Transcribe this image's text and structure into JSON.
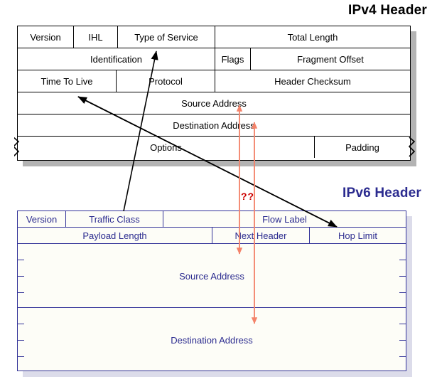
{
  "ipv4": {
    "title": "IPv4 Header",
    "rows": [
      {
        "cells": [
          {
            "label": "Version"
          },
          {
            "label": "IHL"
          },
          {
            "label": "Type of Service"
          },
          {
            "label": "Total Length"
          }
        ]
      },
      {
        "cells": [
          {
            "label": "Identification"
          },
          {
            "label": "Flags"
          },
          {
            "label": "Fragment Offset"
          }
        ]
      },
      {
        "cells": [
          {
            "label": "Time To Live"
          },
          {
            "label": "Protocol"
          },
          {
            "label": "Header Checksum"
          }
        ]
      },
      {
        "cells": [
          {
            "label": "Source Address"
          }
        ]
      },
      {
        "cells": [
          {
            "label": "Destination Address"
          }
        ]
      },
      {
        "cells": [
          {
            "label": "Options"
          },
          {
            "label": "Padding"
          }
        ]
      }
    ]
  },
  "ipv6": {
    "title": "IPv6 Header",
    "rows": [
      {
        "cells": [
          {
            "label": "Version"
          },
          {
            "label": "Traffic Class"
          },
          {
            "label": "Flow Label"
          }
        ]
      },
      {
        "cells": [
          {
            "label": "Payload Length"
          },
          {
            "label": "Next Header"
          },
          {
            "label": "Hop Limit"
          }
        ]
      },
      {
        "cells": [
          {
            "label": "Source Address"
          }
        ]
      },
      {
        "cells": [
          {
            "label": "Destination Address"
          }
        ]
      }
    ]
  },
  "annotations": {
    "question_marks": "??",
    "colors": {
      "ipv4_line": "#000000",
      "ipv6_line": "#333399",
      "ipv6_title": "#2b2b8f",
      "red_arrow": "#f4836a",
      "question_marks": "#cc0000",
      "shadow": "#b3b3b3"
    }
  }
}
